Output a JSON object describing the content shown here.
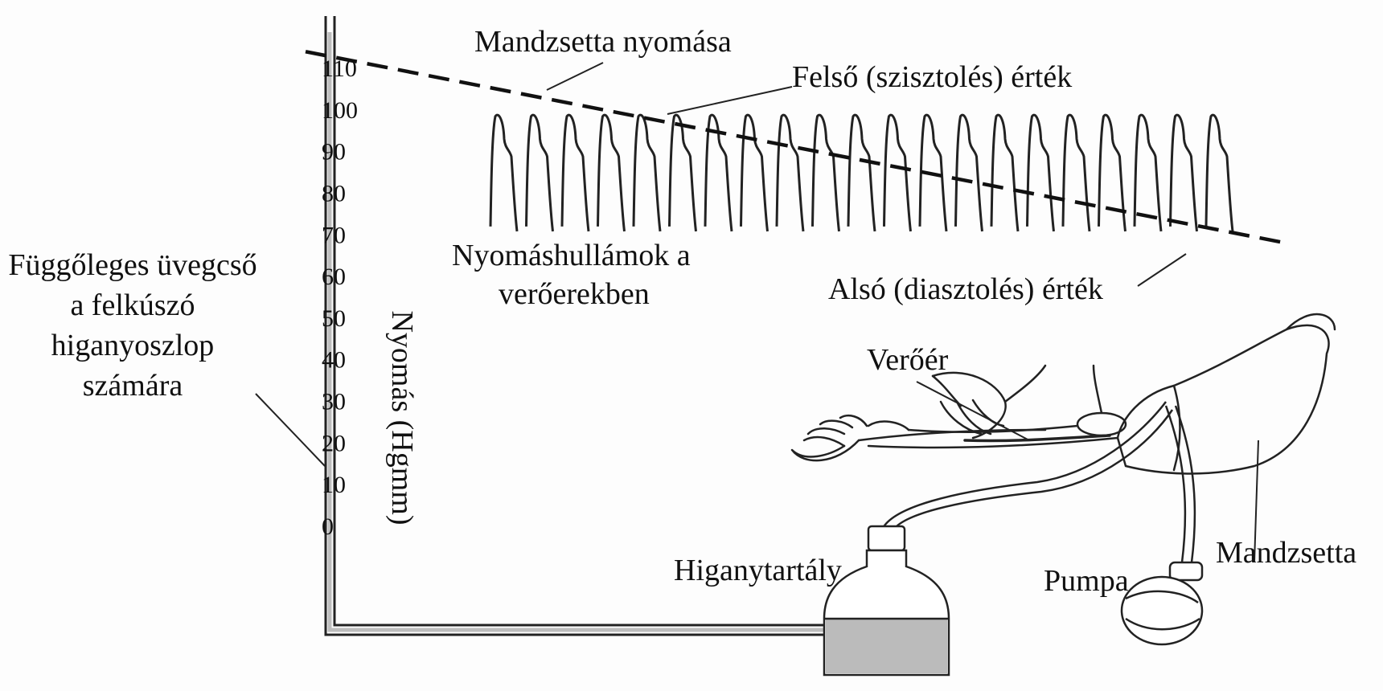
{
  "axis": {
    "title": "Nyomás (Hgmm)",
    "ticks": [
      "110",
      "100",
      "90",
      "80",
      "70",
      "60",
      "50",
      "40",
      "30",
      "20",
      "10",
      "0"
    ]
  },
  "labels": {
    "cuff_pressure": "Mandzsetta nyomása",
    "systolic": "Felső (szisztolés) érték",
    "diastolic": "Alsó (diasztolés) érték",
    "pulse_waves_line1": "Nyomáshullámok a",
    "pulse_waves_line2": "verőerekben",
    "tube_line1": "Függőleges üvegcső",
    "tube_line2": "a felkúszó",
    "tube_line3": "higanyoszlop",
    "tube_line4": "számára",
    "artery": "Verőér",
    "reservoir": "Higanytartály",
    "pump": "Pumpa",
    "cuff": "Mandzsetta"
  },
  "chart_data": {
    "type": "line",
    "ylabel": "Nyomás (Hgmm)",
    "ylim": [
      0,
      110
    ],
    "yticks": [
      0,
      10,
      20,
      30,
      40,
      50,
      60,
      70,
      80,
      90,
      100,
      110
    ],
    "series": [
      {
        "name": "Mandzsetta nyomása",
        "style": "dashed",
        "start": 114,
        "end": 68
      },
      {
        "name": "Nyomáshullámok a verőerekben",
        "style": "pulse",
        "peak": 100,
        "trough": 72,
        "count": 21
      }
    ]
  }
}
